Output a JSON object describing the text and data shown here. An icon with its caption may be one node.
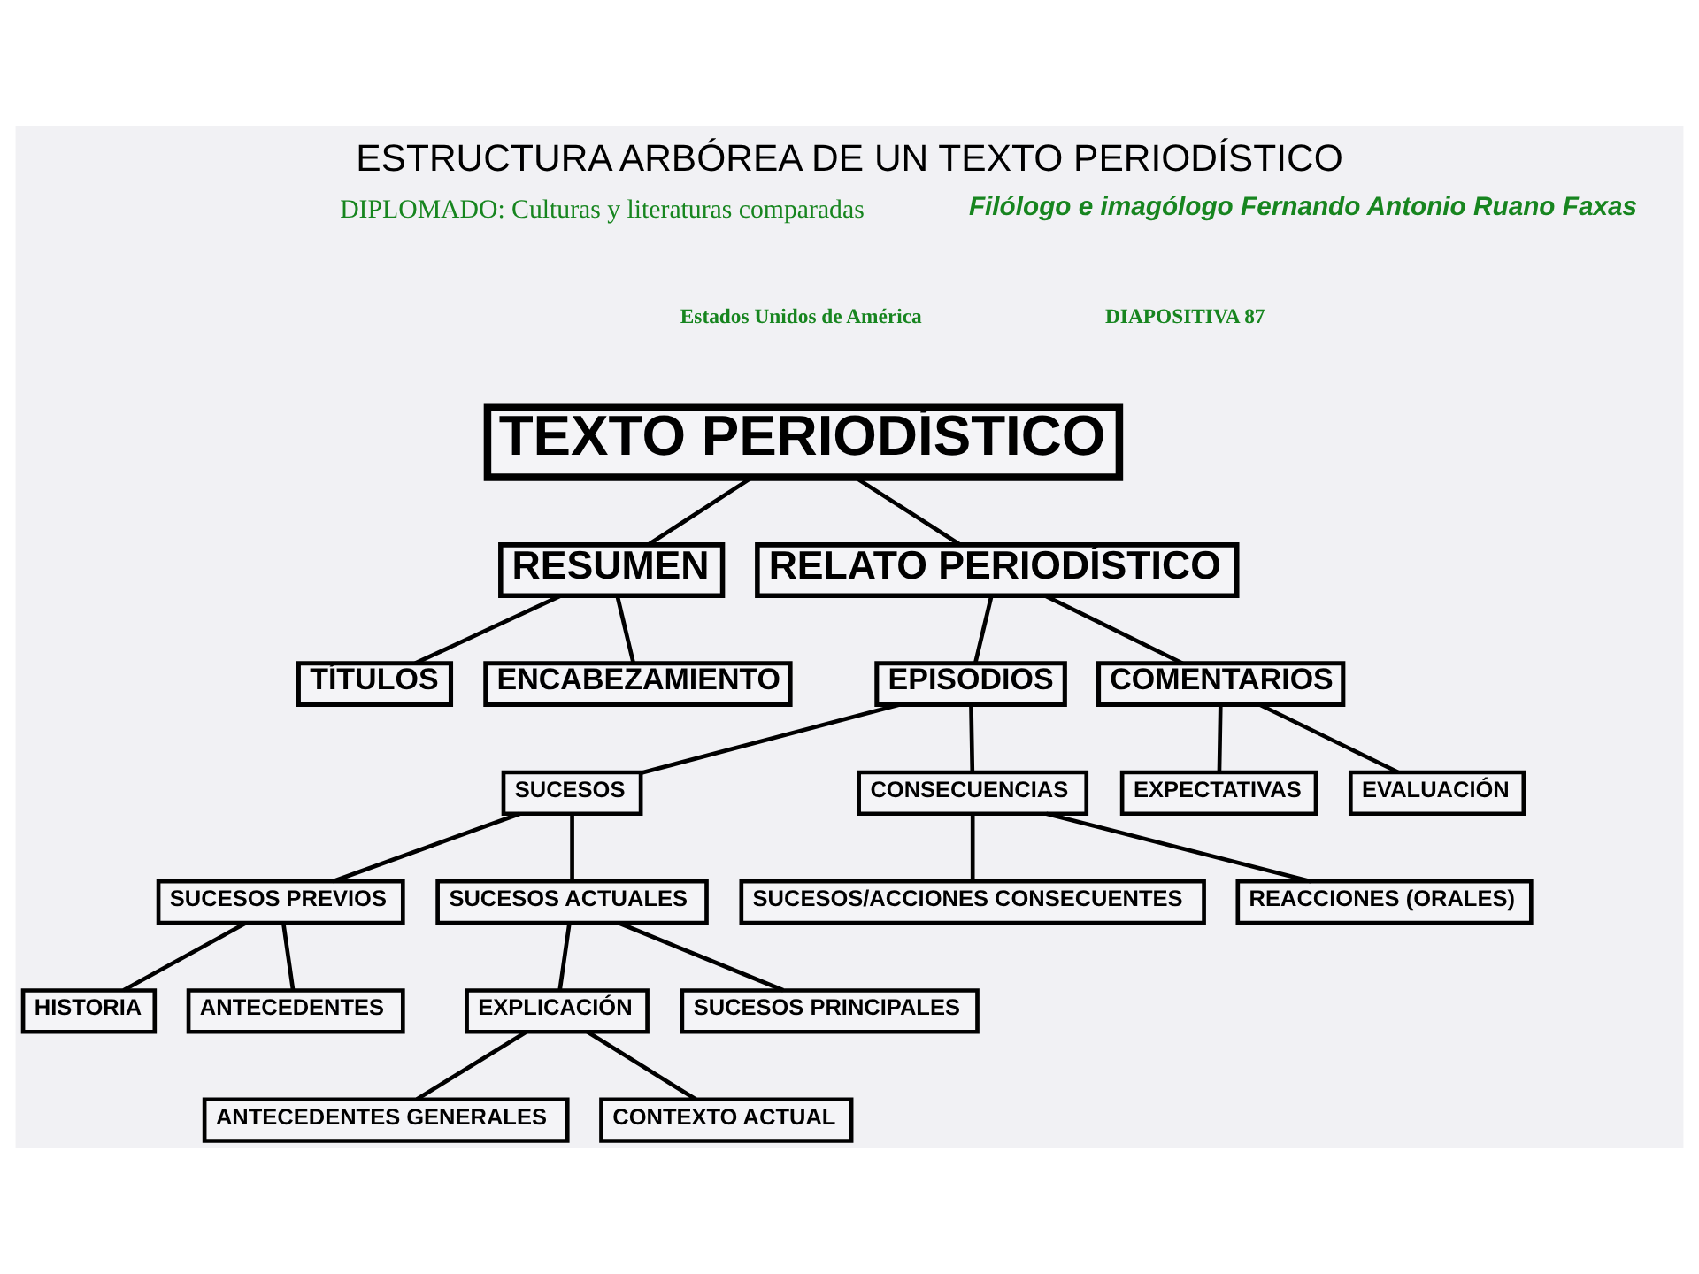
{
  "diagram": {
    "title": "ESTRUCTURA ARBÓREA DE UN TEXTO PERIODÍSTICO",
    "nodes": [
      {
        "text": [
          "TEXTO PERIODÍSTICO"
        ]
      },
      {
        "text": [
          "RESUMEN"
        ]
      },
      {
        "text": [
          "RELATO PERIODÍSTICO"
        ]
      },
      {
        "text": [
          "TÍTULOS"
        ]
      },
      {
        "text": [
          "ENCABEZAMIENTO"
        ]
      },
      {
        "text": [
          "EPISODIOS"
        ]
      },
      {
        "text": [
          "COMENTARIOS"
        ]
      },
      {
        "text": [
          "SUCESOS"
        ]
      },
      {
        "text": [
          "CONSECUENCIAS"
        ]
      },
      {
        "text": [
          "EXPECTATIVAS"
        ]
      },
      {
        "text": [
          "EVALUACIÓN"
        ]
      },
      {
        "text": [
          "SUCESOS PREVIOS"
        ]
      },
      {
        "text": [
          "SUCESOS ACTUALES"
        ]
      },
      {
        "text": [
          "SUCESOS/ACCIONES CONSECUENTES"
        ]
      },
      {
        "text": [
          "REACCIONES (ORALES)"
        ]
      },
      {
        "text": [
          "HISTORIA"
        ]
      },
      {
        "text": [
          "ANTECEDENTES"
        ]
      },
      {
        "text": [
          "EXPLICACIÓN"
        ]
      },
      {
        "text": [
          "SUCESOS PRINCIPALES"
        ]
      },
      {
        "text": [
          "ANTECEDENTES GENERALES"
        ]
      },
      {
        "text": [
          "CONTEXTO ACTUAL"
        ]
      }
    ],
    "edges": [
      {
        "from": 0,
        "to": 1,
        "arrow": "none"
      },
      {
        "from": 0,
        "to": 2,
        "arrow": "none"
      },
      {
        "from": 1,
        "to": 3,
        "arrow": "none"
      },
      {
        "from": 1,
        "to": 4,
        "arrow": "none"
      },
      {
        "from": 2,
        "to": 5,
        "arrow": "none"
      },
      {
        "from": 2,
        "to": 6,
        "arrow": "none"
      },
      {
        "from": 5,
        "to": 7,
        "arrow": "none"
      },
      {
        "from": 5,
        "to": 8,
        "arrow": "none"
      },
      {
        "from": 6,
        "to": 9,
        "arrow": "none"
      },
      {
        "from": 6,
        "to": 10,
        "arrow": "none"
      },
      {
        "from": 7,
        "to": 11,
        "arrow": "none"
      },
      {
        "from": 7,
        "to": 12,
        "arrow": "none"
      },
      {
        "from": 8,
        "to": 13,
        "arrow": "none"
      },
      {
        "from": 8,
        "to": 14,
        "arrow": "none"
      },
      {
        "from": 11,
        "to": 15,
        "arrow": "none"
      },
      {
        "from": 11,
        "to": 16,
        "arrow": "none"
      },
      {
        "from": 12,
        "to": 17,
        "arrow": "none"
      },
      {
        "from": 12,
        "to": 18,
        "arrow": "none"
      },
      {
        "from": 17,
        "to": 19,
        "arrow": "none"
      },
      {
        "from": 17,
        "to": 20,
        "arrow": "none"
      }
    ],
    "labels": [
      "Filólogo e imagólogo Fernando Antonio Ruano Faxas",
      "DIPLOMADO: Culturas y literaturas comparadas",
      "DIAPOSITIVA 87",
      "Estados Unidos de América"
    ]
  }
}
